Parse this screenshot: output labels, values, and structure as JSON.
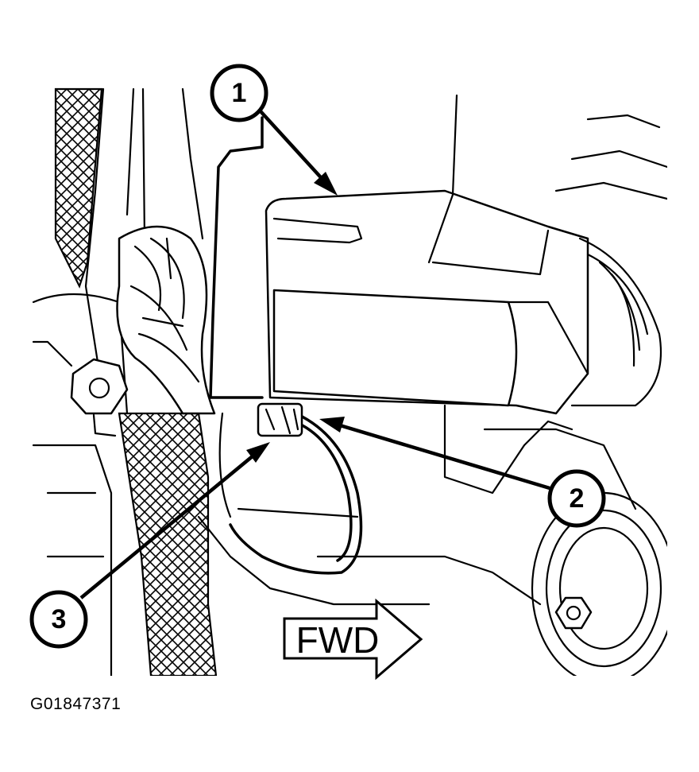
{
  "figure": {
    "id": "G01847371",
    "direction_label": "FWD",
    "callouts": [
      {
        "number": "1"
      },
      {
        "number": "2"
      },
      {
        "number": "3"
      }
    ]
  }
}
